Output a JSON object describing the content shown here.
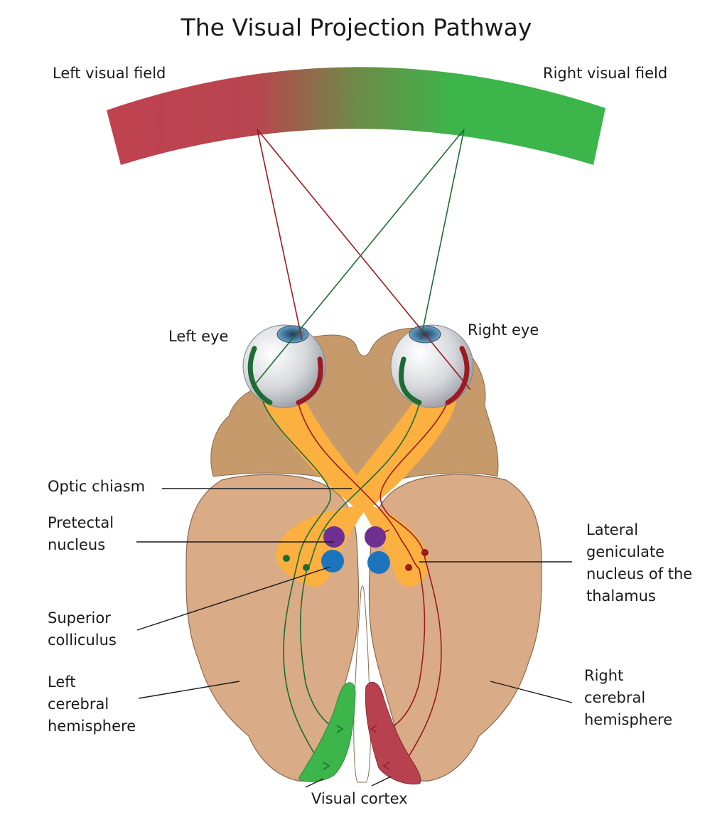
{
  "title": "The Visual Projection Pathway",
  "labels": {
    "left_visual_field": "Left visual field",
    "right_visual_field": "Right visual field",
    "left_eye": "Left eye",
    "right_eye": "Right eye",
    "optic_chiasm": "Optic chiasm",
    "pretectal_nucleus": "Pretectal\nnucleus",
    "superior_colliculus": "Superior\ncolliculus",
    "left_cerebral_hemisphere": "Left\ncerebral\nhemisphere",
    "lateral_geniculate_nucleus": "Lateral\ngeniculate\nnucleus of the\nthalamus",
    "right_cerebral_hemisphere": "Right\ncerebral\nhemisphere",
    "visual_cortex": "Visual cortex"
  },
  "colors": {
    "left_field": "#b8414f",
    "right_field": "#3cb54a",
    "left_pathway": "#9b1b22",
    "right_pathway": "#1f6b34",
    "frontal_lobe": "#c79a6b",
    "hemisphere": "#d9ab86",
    "outline": "#8a6a4e",
    "optic_tract": "#fbb040",
    "pretectal_nucleus": "#6f3191",
    "superior_colliculus": "#1c75bc",
    "left_visual_cortex": "#3cb54a",
    "right_visual_cortex": "#b8414f",
    "leader_line": "#1a1a1a"
  }
}
